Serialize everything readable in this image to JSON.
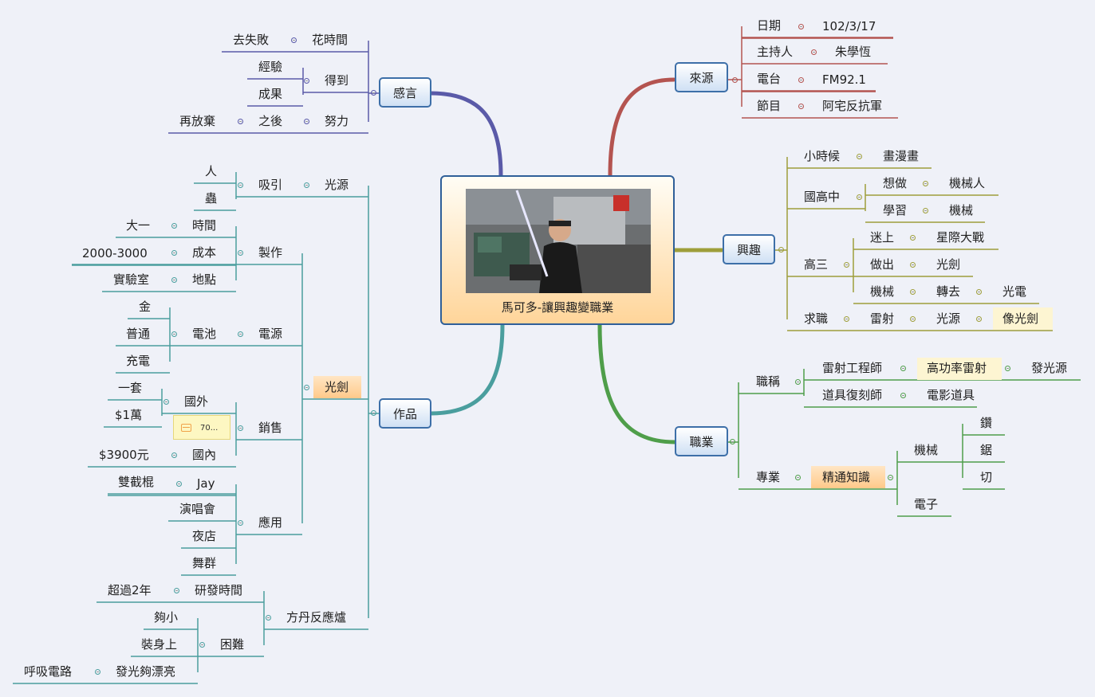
{
  "central": {
    "title": "馬可多-讓興趣變職業"
  },
  "note": {
    "text": "70..."
  },
  "branches": [
    {
      "id": "source",
      "label": "來源",
      "color": "#b45450"
    },
    {
      "id": "interest",
      "label": "興趣",
      "color": "#9e9e3a"
    },
    {
      "id": "career",
      "label": "職業",
      "color": "#4f9e4a"
    },
    {
      "id": "works",
      "label": "作品",
      "color": "#4a9e9e"
    },
    {
      "id": "thoughts",
      "label": "感言",
      "color": "#5a5aa8"
    }
  ],
  "nodes": [
    {
      "id": "s1",
      "t": "日期"
    },
    {
      "id": "s1v",
      "t": "102/3/17"
    },
    {
      "id": "s2",
      "t": "主持人"
    },
    {
      "id": "s2v",
      "t": "朱學恆"
    },
    {
      "id": "s3",
      "t": "電台"
    },
    {
      "id": "s3v",
      "t": "FM92.1"
    },
    {
      "id": "s4",
      "t": "節目"
    },
    {
      "id": "s4v",
      "t": "阿宅反抗軍"
    },
    {
      "id": "i1",
      "t": "小時候"
    },
    {
      "id": "i1a",
      "t": "畫漫畫"
    },
    {
      "id": "i2",
      "t": "國高中"
    },
    {
      "id": "i2a",
      "t": "想做"
    },
    {
      "id": "i2a1",
      "t": "機械人"
    },
    {
      "id": "i2b",
      "t": "學習"
    },
    {
      "id": "i2b1",
      "t": "機械"
    },
    {
      "id": "i3",
      "t": "高三"
    },
    {
      "id": "i3a",
      "t": "迷上"
    },
    {
      "id": "i3a1",
      "t": "星際大戰"
    },
    {
      "id": "i3b",
      "t": "做出"
    },
    {
      "id": "i3b1",
      "t": "光劍"
    },
    {
      "id": "i3c",
      "t": "機械"
    },
    {
      "id": "i3c1",
      "t": "轉去"
    },
    {
      "id": "i3c2",
      "t": "光電"
    },
    {
      "id": "i4",
      "t": "求職"
    },
    {
      "id": "i4a",
      "t": "雷射"
    },
    {
      "id": "i4b",
      "t": "光源"
    },
    {
      "id": "i4c",
      "t": "像光劍"
    },
    {
      "id": "c1",
      "t": "職稱"
    },
    {
      "id": "c1a",
      "t": "雷射工程師"
    },
    {
      "id": "c1a1",
      "t": "高功率雷射"
    },
    {
      "id": "c1a2",
      "t": "發光源"
    },
    {
      "id": "c1b",
      "t": "道具復刻師"
    },
    {
      "id": "c1b1",
      "t": "電影道具"
    },
    {
      "id": "c2",
      "t": "專業"
    },
    {
      "id": "c2a",
      "t": "精通知識"
    },
    {
      "id": "c2a1",
      "t": "機械"
    },
    {
      "id": "c2a1a",
      "t": "鑽"
    },
    {
      "id": "c2a1b",
      "t": "鋸"
    },
    {
      "id": "c2a1c",
      "t": "切"
    },
    {
      "id": "c2a2",
      "t": "電子"
    },
    {
      "id": "t1",
      "t": "去失敗"
    },
    {
      "id": "t1a",
      "t": "花時間"
    },
    {
      "id": "t2a",
      "t": "經驗"
    },
    {
      "id": "t2b",
      "t": "成果"
    },
    {
      "id": "t2",
      "t": "得到"
    },
    {
      "id": "t3b",
      "t": "再放棄"
    },
    {
      "id": "t3a",
      "t": "之後"
    },
    {
      "id": "t3",
      "t": "努力"
    },
    {
      "id": "w1",
      "t": "光源"
    },
    {
      "id": "w1a",
      "t": "吸引"
    },
    {
      "id": "w1a1",
      "t": "人"
    },
    {
      "id": "w1a2",
      "t": "蟲"
    },
    {
      "id": "w2",
      "t": "光劍"
    },
    {
      "id": "w2a",
      "t": "製作"
    },
    {
      "id": "w2a1",
      "t": "時間"
    },
    {
      "id": "w2a1v",
      "t": "大一"
    },
    {
      "id": "w2a2",
      "t": "成本"
    },
    {
      "id": "w2a2v",
      "t": "2000-3000"
    },
    {
      "id": "w2a3",
      "t": "地點"
    },
    {
      "id": "w2a3v",
      "t": "實驗室"
    },
    {
      "id": "w2b",
      "t": "電源"
    },
    {
      "id": "w2b1",
      "t": "電池"
    },
    {
      "id": "w2b1a",
      "t": "金"
    },
    {
      "id": "w2b1b",
      "t": "普通"
    },
    {
      "id": "w2b1c",
      "t": "充電"
    },
    {
      "id": "w2c",
      "t": "銷售"
    },
    {
      "id": "w2c1",
      "t": "國外"
    },
    {
      "id": "w2c1a",
      "t": "一套"
    },
    {
      "id": "w2c1b",
      "t": "$1萬"
    },
    {
      "id": "w2c2",
      "t": "國內"
    },
    {
      "id": "w2c2v",
      "t": "$3900元"
    },
    {
      "id": "w2d",
      "t": "應用"
    },
    {
      "id": "w2d1",
      "t": "Jay"
    },
    {
      "id": "w2d1v",
      "t": "雙截棍"
    },
    {
      "id": "w2d2",
      "t": "演唱會"
    },
    {
      "id": "w2d3",
      "t": "夜店"
    },
    {
      "id": "w2d4",
      "t": "舞群"
    },
    {
      "id": "w3",
      "t": "方丹反應爐"
    },
    {
      "id": "w3a",
      "t": "研發時間"
    },
    {
      "id": "w3av",
      "t": "超過2年"
    },
    {
      "id": "w3b",
      "t": "困難"
    },
    {
      "id": "w3b1",
      "t": "夠小"
    },
    {
      "id": "w3b2",
      "t": "裝身上"
    },
    {
      "id": "w3b3",
      "t": "發光夠漂亮"
    },
    {
      "id": "w3b3v",
      "t": "呼吸電路"
    }
  ]
}
